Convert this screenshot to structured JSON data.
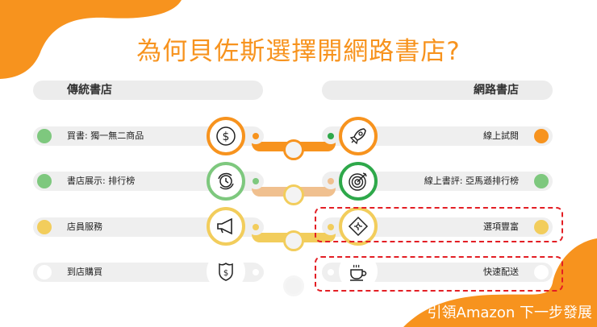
{
  "title": "為何貝佐斯選擇開網路書店?",
  "left_header": "傳統書店",
  "right_header": "網路書店",
  "left_items": [
    {
      "label": "買書: 獨一無二商品",
      "dot_color": "#7ec87e",
      "icon": "dollar-coin-icon",
      "ring_color": "#f7931e"
    },
    {
      "label": "書店展示: 排行榜",
      "dot_color": "#7ec87e",
      "icon": "clock-refresh-icon",
      "ring_color": "#7ec87e"
    },
    {
      "label": "店員服務",
      "dot_color": "#f2cd5c",
      "icon": "megaphone-icon",
      "ring_color": "#f2cd5c"
    },
    {
      "label": "到店購買",
      "dot_color": "#ffffff",
      "icon": "shield-dollar-icon",
      "ring_color": "#ffffff"
    }
  ],
  "right_items": [
    {
      "label": "線上試閱",
      "dot_color": "#f7931e",
      "icon": "rocket-icon",
      "ring_color": "#f7931e",
      "highlighted": false
    },
    {
      "label": "線上書評: 亞馬遜排行榜",
      "dot_color": "#7ec87e",
      "icon": "target-icon",
      "ring_color": "#2ea84a",
      "highlighted": false
    },
    {
      "label": "選項豐富",
      "dot_color": "#f2cd5c",
      "icon": "puzzle-icon",
      "ring_color": "#f2cd5c",
      "highlighted": true
    },
    {
      "label": "快速配送",
      "dot_color": "#ffffff",
      "icon": "coffee-cup-icon",
      "ring_color": "#ffffff",
      "highlighted": true
    }
  ],
  "connectors": [
    "#f7931e",
    "#f0c08f",
    "#f2cd5c"
  ],
  "footer": "引領Amazon 下一步發展",
  "colors": {
    "accent": "#f7931e",
    "highlight": "#e31e24"
  }
}
